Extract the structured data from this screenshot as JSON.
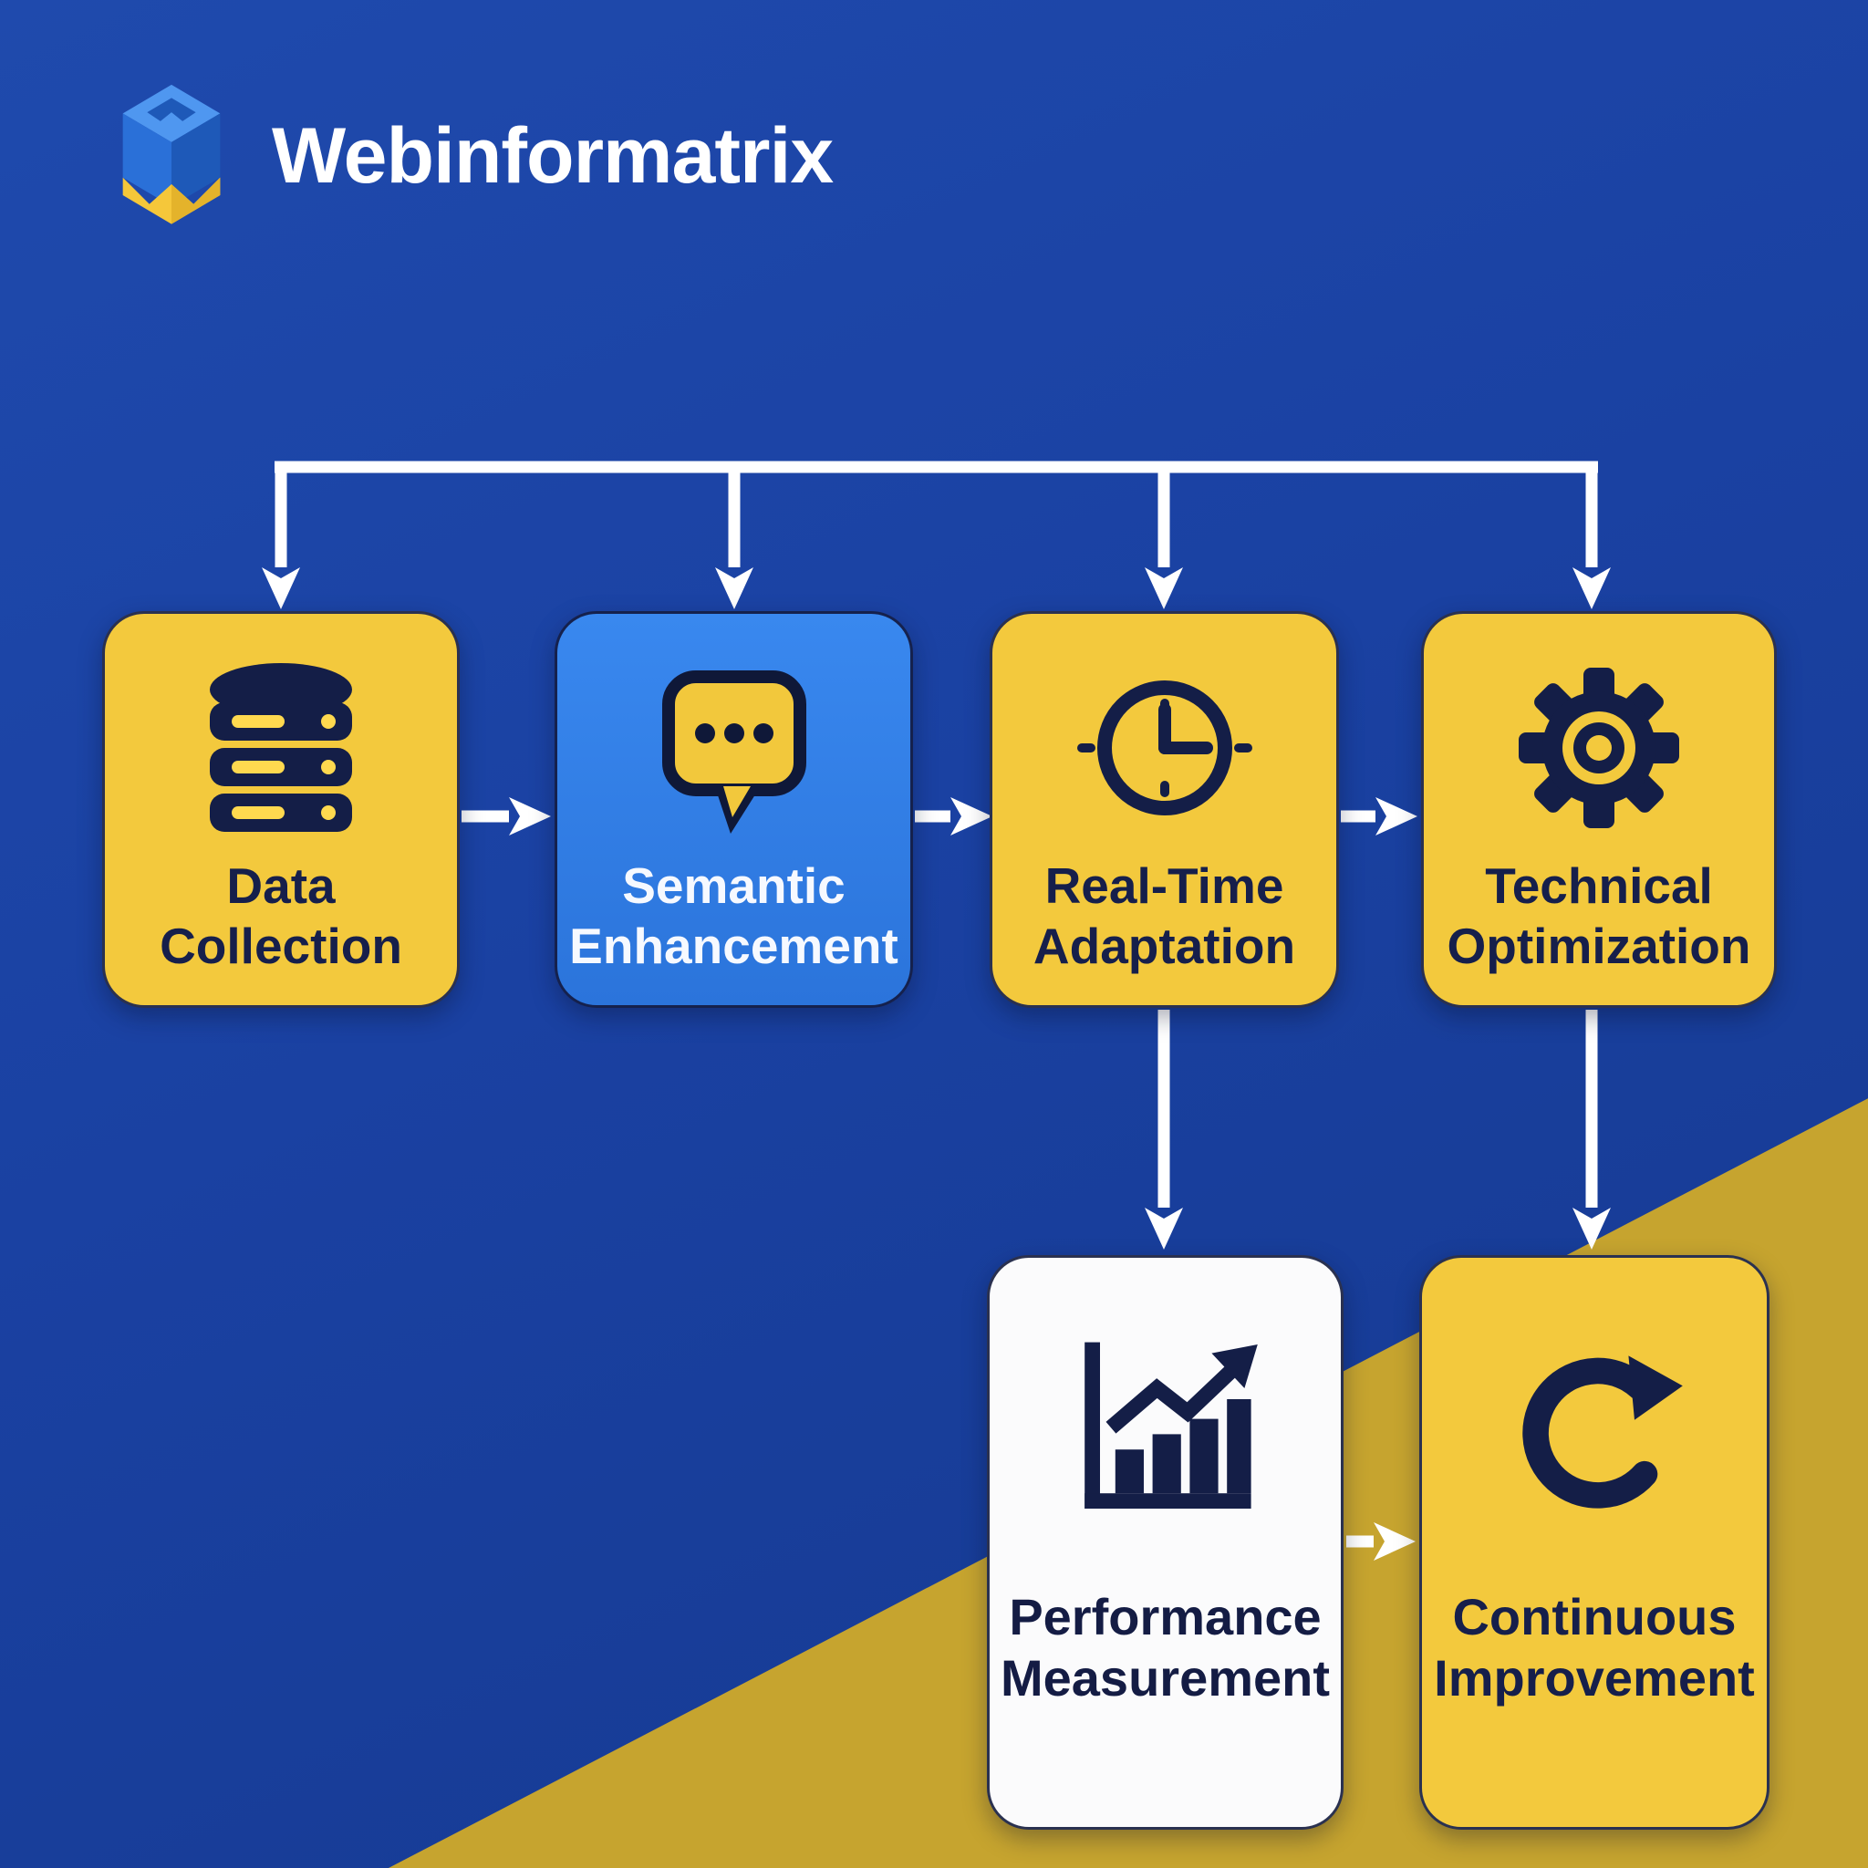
{
  "brand": {
    "name": "Webinformatrix",
    "logo_icon": "cube-m-logo-icon"
  },
  "colors": {
    "background_blue": "#1B41A2",
    "background_gold": "#C6A42F",
    "box_yellow": "#F3C93D",
    "box_blue": "#2E7CE4",
    "box_white": "#FBFBFC",
    "navy_ink": "#161F4B",
    "connector_white": "#FFFFFF"
  },
  "flow": {
    "top_row": [
      {
        "label": "Data Collection",
        "icon": "database-icon",
        "variant": "yellow"
      },
      {
        "label": "Semantic Enhancement",
        "icon": "chat-bubble-icon",
        "variant": "blue"
      },
      {
        "label": "Real-Time Adaptation",
        "icon": "clock-icon",
        "variant": "yellow"
      },
      {
        "label": "Technical Optimization",
        "icon": "gear-icon",
        "variant": "yellow"
      }
    ],
    "bottom_row": [
      {
        "label": "Performance Measurement",
        "icon": "bar-chart-icon",
        "variant": "white"
      },
      {
        "label": "Continuous Improvement",
        "icon": "refresh-icon",
        "variant": "yellow"
      }
    ]
  }
}
